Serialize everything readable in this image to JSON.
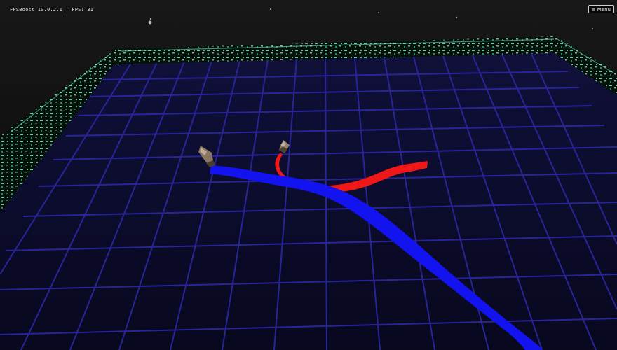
{
  "hud": {
    "status_text": "FPSBoost 10.0.2.1 | FPS: 31",
    "menu_button_label": "≡ Menu"
  },
  "scene": {
    "floor_color": "#0b0b2e",
    "grid_line_color": "#2724a3",
    "wall_color": "#071208",
    "wall_glow_color": "#6ae5c4",
    "sky_color": "#0a0a0d",
    "player_blue": {
      "name": "blue-snake",
      "color": "#1010ee"
    },
    "player_red": {
      "name": "red-snake",
      "color": "#ee1010"
    }
  }
}
